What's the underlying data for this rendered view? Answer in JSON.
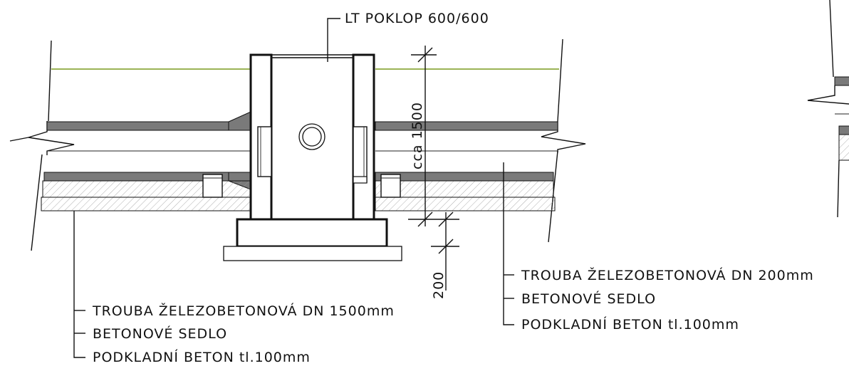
{
  "labels": {
    "cover": "LT POKLOP 600/600",
    "dim_height": "cca 1500",
    "dim_base": "200",
    "left_callout": [
      "TROUBA ŽELEZOBETONOVÁ DN 1500mm",
      "BETONOVÉ SEDLO",
      "PODKLADNÍ BETON tl.100mm"
    ],
    "right_callout": [
      "TROUBA ŽELEZOBETONOVÁ DN 200mm",
      "BETONOVÉ SEDLO",
      "PODKLADNÍ BETON tl.100mm"
    ]
  },
  "colors": {
    "line": "#111111",
    "pipe_wall": "#7a7a7a",
    "terrain": "#7a9a1e",
    "hatch": "#999999"
  }
}
